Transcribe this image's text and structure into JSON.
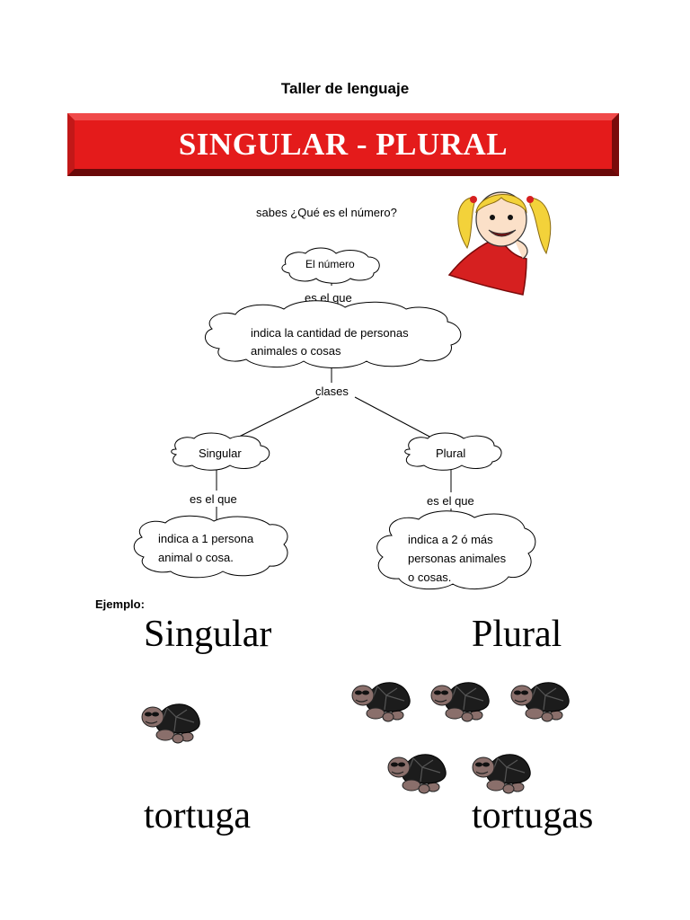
{
  "header": {
    "subject": "Taller de lenguaje",
    "title": "SINGULAR - PLURAL"
  },
  "intro": {
    "question": "sabes ¿Qué es el número?"
  },
  "concept_map": {
    "root": "El número",
    "link_root": "es el que",
    "definition_line1": "indica la cantidad de personas",
    "definition_line2": "animales o cosas",
    "link_classes": "clases",
    "singular": {
      "label": "Singular",
      "link": "es el que",
      "line1": "indica a 1 persona",
      "line2": "animal o cosa."
    },
    "plural": {
      "label": "Plural",
      "link": "es el que",
      "line1": "indica a 2 ó más",
      "line2": "personas animales",
      "line3": "o cosas."
    }
  },
  "example": {
    "label": "Ejemplo:",
    "singular_heading": "Singular",
    "plural_heading": "Plural",
    "singular_word": "tortuga",
    "plural_word": "tortugas",
    "singular_count": 1,
    "plural_count": 5
  },
  "colors": {
    "banner_red": "#e41b1b",
    "banner_dark": "#8a0d0d",
    "girl_dress": "#d62020",
    "girl_hair": "#f3d23a",
    "turtle_shell": "#1c1c1c",
    "turtle_skin": "#8a6f6b"
  },
  "icons": {
    "girl": "girl-clipart-icon",
    "turtle": "turtle-clipart-icon"
  }
}
